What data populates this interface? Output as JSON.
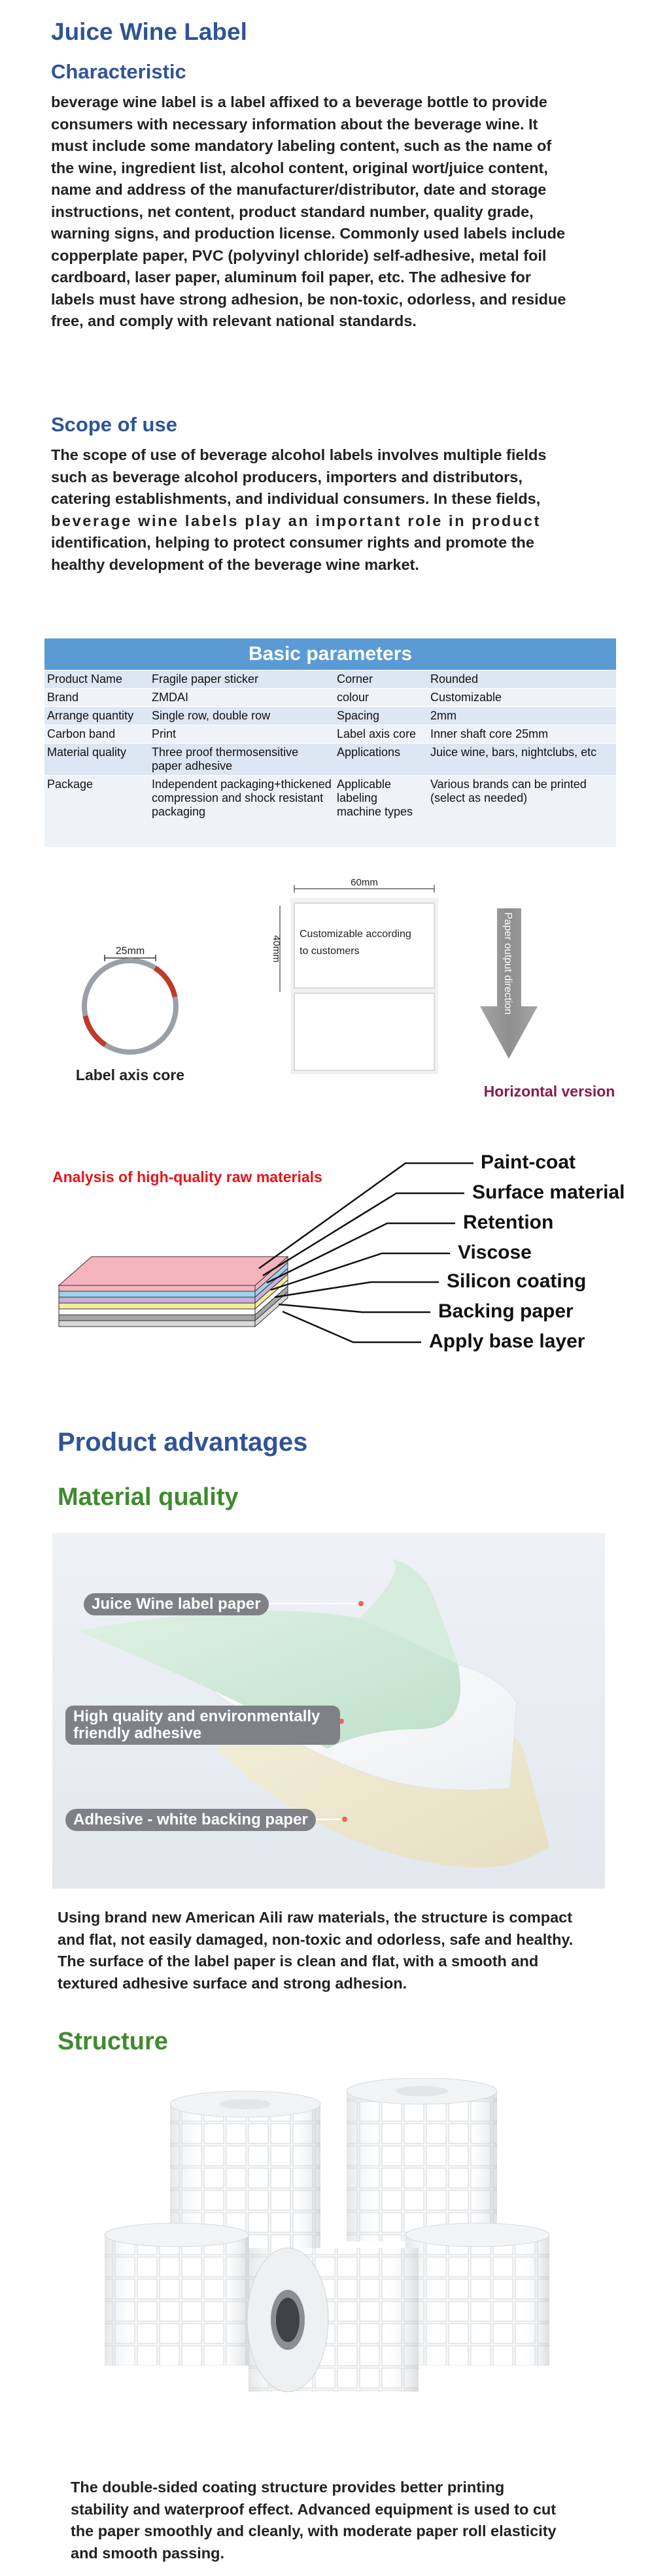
{
  "title": "Juice Wine Label",
  "characteristic": {
    "heading": "Characteristic",
    "lines": [
      " beverage wine label is a label affixed to a beverage bottle to provide",
      "consumers with necessary information about the beverage wine. It",
      "must include some mandatory labeling content, such as the name of",
      "the wine, ingredient list, alcohol content, original wort/juice content,",
      "name and address of the manufacturer/distributor, date and storage",
      "instructions, net content, product standard number, quality grade,",
      "warning signs, and production license. Commonly used labels include",
      "copperplate paper, PVC (polyvinyl chloride) self-adhesive, metal foil",
      "cardboard, laser paper, aluminum foil paper, etc. The adhesive for",
      "labels must have strong adhesion, be non-toxic, odorless, and residue",
      "free, and comply with relevant national standards."
    ]
  },
  "scope": {
    "heading": "Scope of use",
    "lines": [
      "The scope of use of beverage alcohol labels involves multiple fields",
      "such as beverage alcohol producers, importers and distributors,",
      "catering establishments, and individual consumers. In these fields,",
      "beverage wine labels play an important role in product",
      "identification, helping to protect consumer rights and promote the",
      "healthy development of the beverage wine market."
    ]
  },
  "parameters": {
    "heading": "Basic parameters",
    "rows": [
      [
        "Product Name",
        "Fragile paper sticker",
        "Corner",
        "Rounded"
      ],
      [
        "Brand",
        "ZMDAI",
        "colour",
        "Customizable"
      ],
      [
        "Arrange quantity",
        "Single row, double row",
        "Spacing",
        "2mm"
      ],
      [
        "Carbon band",
        "Print",
        "Label axis core",
        "Inner shaft core 25mm"
      ],
      [
        "Material quality",
        "Three proof thermosensitive paper adhesive",
        "Applications",
        "Juice wine, bars, nightclubs, etc"
      ],
      [
        "Package",
        "Independent packaging+thickened compression and shock resistant packaging",
        "Applicable labeling machine types",
        "Various brands can be printed (select as needed)"
      ]
    ]
  },
  "diagram": {
    "core_dim": "25mm",
    "core_caption": "Label axis core",
    "label_width": "60mm",
    "label_height": "40mm",
    "label_text_1": "Customizable according",
    "label_text_2": "to customers",
    "arrow_text": "Paper output direction",
    "version_caption": "Horizontal version",
    "accent": "#c0392b",
    "version_color": "#8b1a4a"
  },
  "layers": {
    "title": "Analysis of high-quality raw materials",
    "title_color": "#e8141b",
    "labels": [
      "Paint-coat",
      "Surface material",
      "Retention",
      "Viscose",
      "Silicon coating",
      "Backing paper",
      "Apply base layer"
    ],
    "colors": [
      "#f4b4be",
      "#9ed3ee",
      "#c6b0dc",
      "#f4ec9a",
      "#ffffff",
      "#a6a6a6",
      "#d9d9d9"
    ]
  },
  "advantages": {
    "heading": "Product advantages",
    "material_heading": "Material quality",
    "tags": [
      "Juice Wine label paper",
      "High quality and environmentally friendly adhesive",
      "Adhesive - white backing paper"
    ],
    "material_lines": [
      "Using brand new American Aili raw materials, the structure is compact",
      "and flat, not easily damaged, non-toxic and odorless, safe and healthy.",
      "The surface of the label paper is clean and flat, with a smooth and",
      "textured adhesive surface and strong adhesion."
    ],
    "structure_heading": "Structure",
    "structure_lines": [
      "The double-sided coating structure provides better printing",
      "stability and waterproof effect. Advanced equipment is used to cut",
      "the paper smoothly and cleanly, with moderate paper roll elasticity",
      "and smooth passing."
    ]
  }
}
